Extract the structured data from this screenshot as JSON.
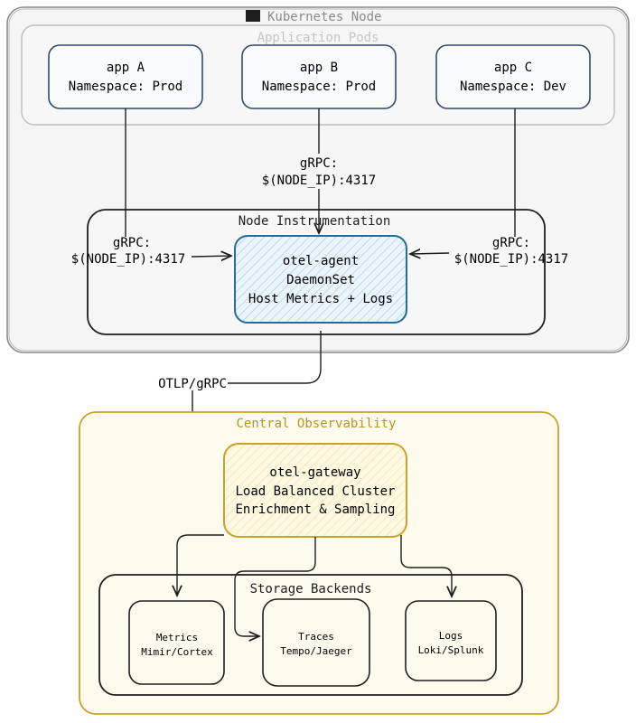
{
  "node": {
    "icon": "kubernetes-node-icon",
    "title": "Kubernetes Node",
    "pods_group_title": "Application Pods",
    "apps": [
      {
        "name": "app A",
        "namespace": "Namespace: Prod"
      },
      {
        "name": "app B",
        "namespace": "Namespace: Prod"
      },
      {
        "name": "app C",
        "namespace": "Namespace: Dev"
      }
    ],
    "instr_title": "Node Instrumentation",
    "agent": {
      "line1": "otel-agent",
      "line2": "DaemonSet",
      "line3": "Host Metrics + Logs"
    },
    "edge_left": {
      "proto": "gRPC:",
      "addr": "$(NODE_IP):4317"
    },
    "edge_mid": {
      "proto": "gRPC:",
      "addr": "$(NODE_IP):4317"
    },
    "edge_right": {
      "proto": "gRPC:",
      "addr": "$(NODE_IP):4317"
    }
  },
  "otlp_label": "OTLP/gRPC",
  "central": {
    "title": "Central Observability",
    "gateway": {
      "line1": "otel-gateway",
      "line2": "Load Balanced Cluster",
      "line3": "Enrichment & Sampling"
    },
    "storage_title": "Storage Backends",
    "backends": [
      {
        "name": "Metrics",
        "impl": "Mimir/Cortex"
      },
      {
        "name": "Traces",
        "impl": "Tempo/Jaeger"
      },
      {
        "name": "Logs",
        "impl": "Loki/Splunk"
      }
    ]
  },
  "colors": {
    "node_border": "#8c8c8c",
    "app_border": "#34496b",
    "agent_border": "#1f6f9a",
    "agent_fill": "#d8ebf5",
    "central_border": "#c9a227",
    "central_fill": "#fdfbee",
    "gateway_border": "#c9a227",
    "gateway_fill": "#fbf3cf"
  }
}
